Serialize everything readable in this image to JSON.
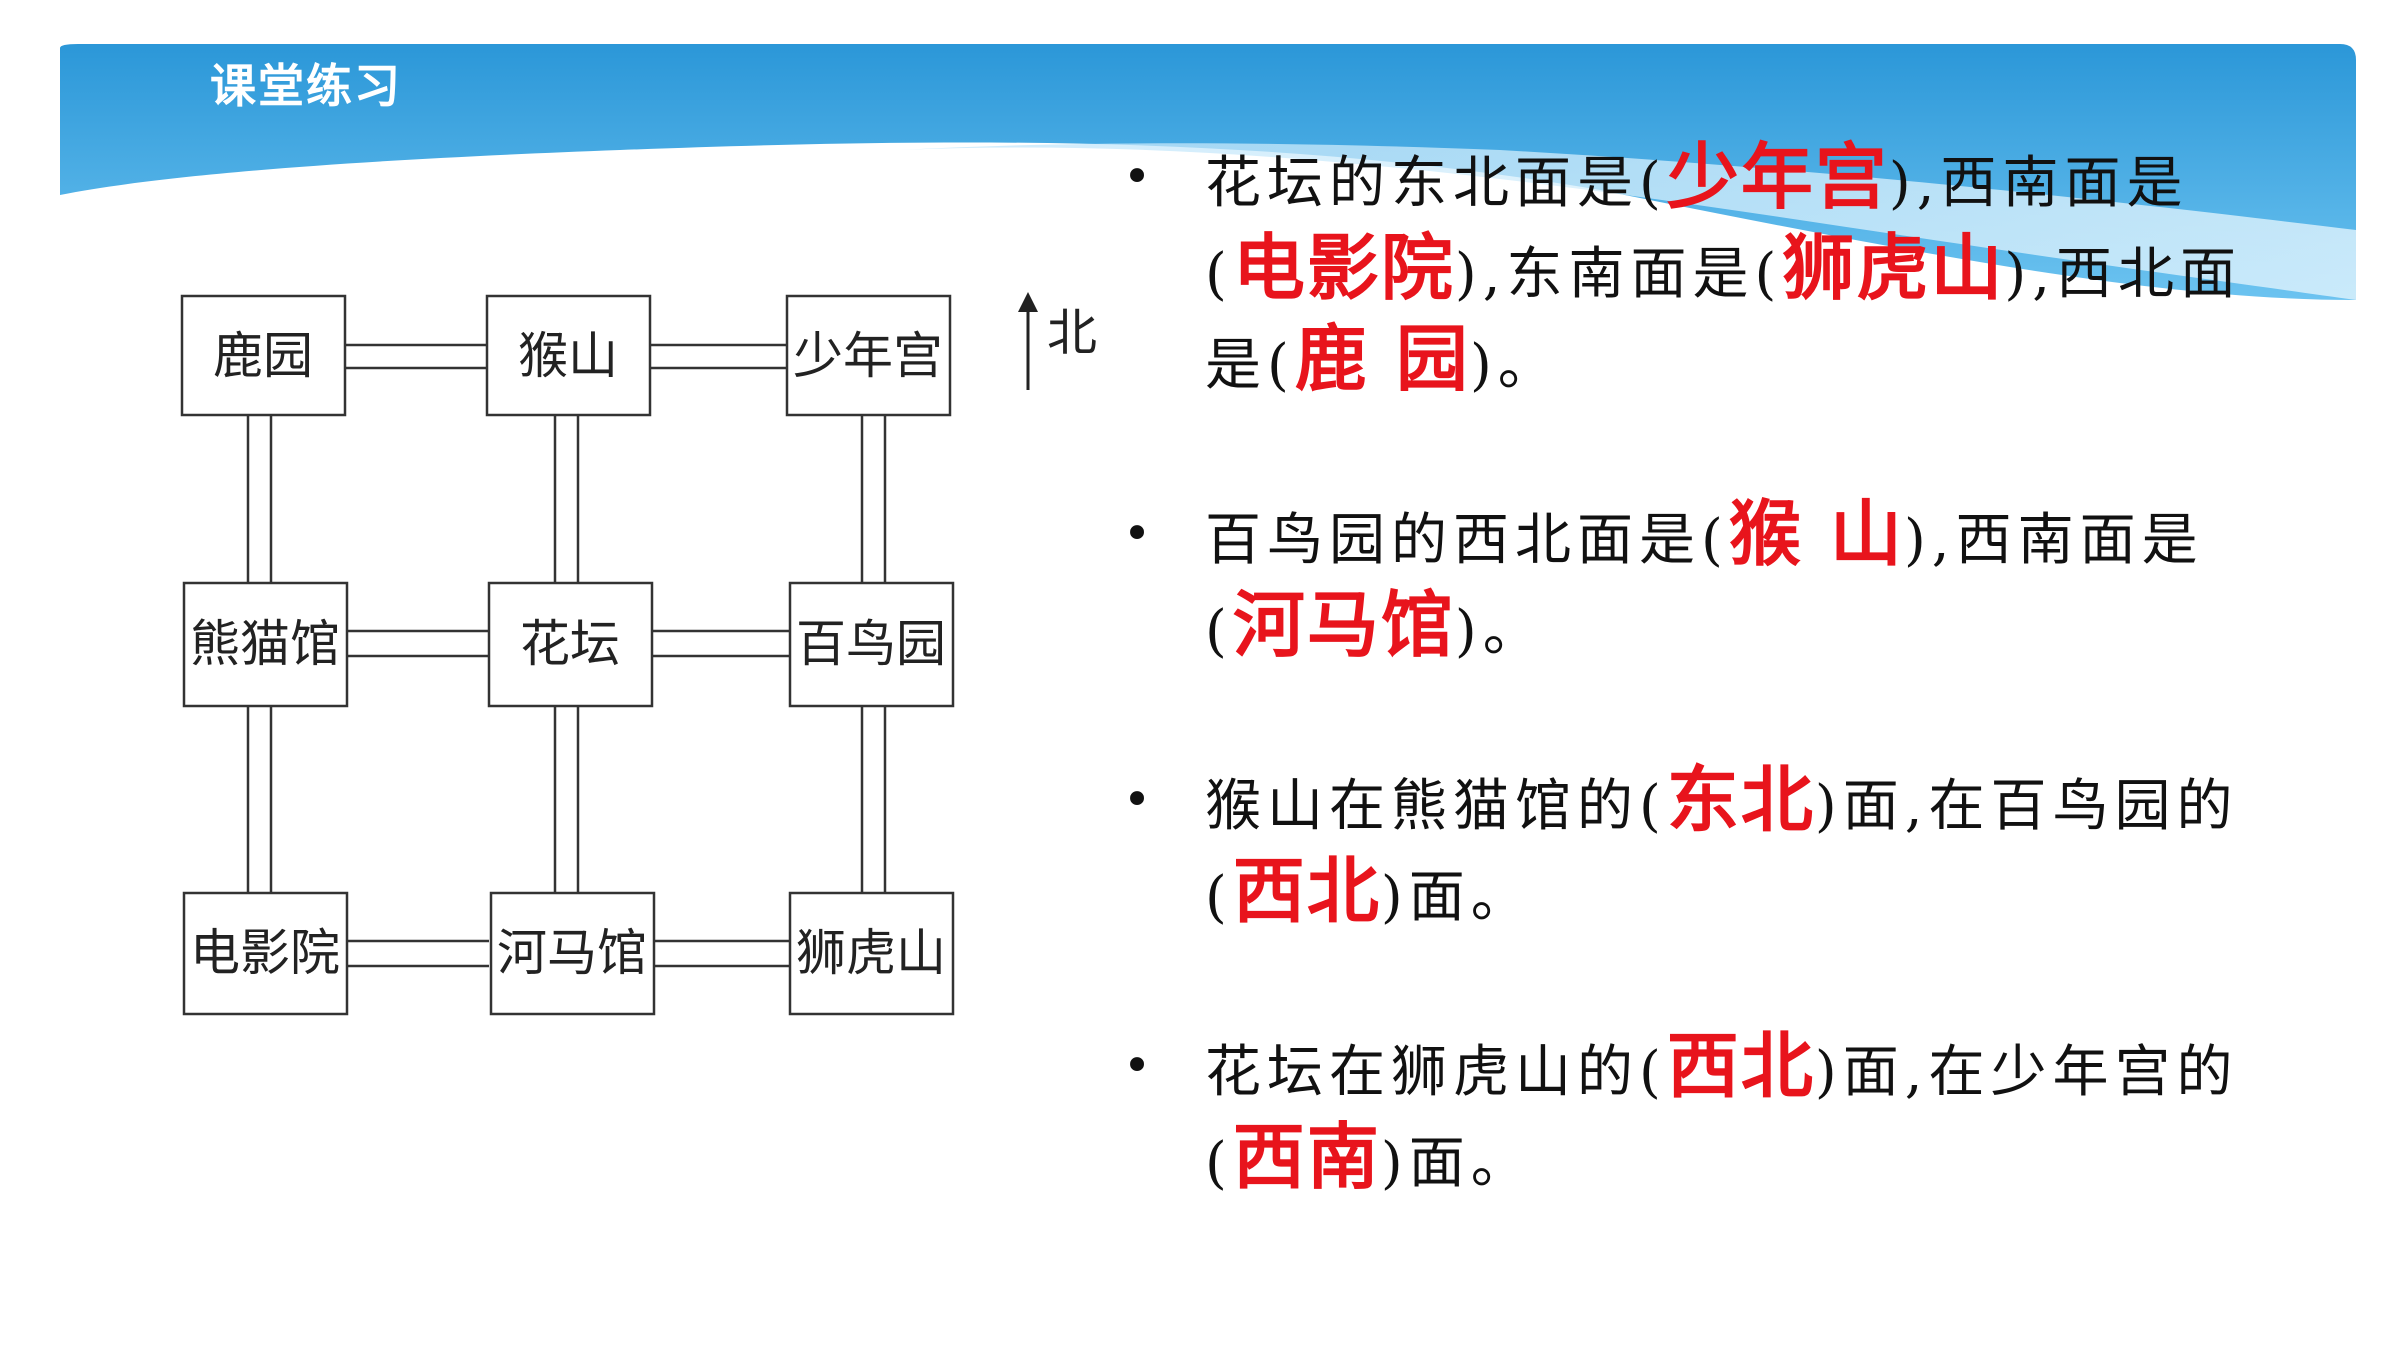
{
  "header": {
    "title": "课堂练习"
  },
  "map": {
    "north_label": "北",
    "nodes": {
      "lu_yuan": "鹿园",
      "hou_shan": "猴山",
      "shao_nian_gong": "少年宫",
      "xiong_mao_guan": "熊猫馆",
      "hua_tan": "花坛",
      "bai_niao_yuan": "百鸟园",
      "dian_ying_yuan": "电影院",
      "he_ma_guan": "河马馆",
      "shi_hu_shan": "狮虎山"
    }
  },
  "questions": [
    {
      "bullet": "•",
      "t1": "花坛的东北面是(",
      "a1": "少年宫",
      "t2": "),西南面是(",
      "a2": "电影院",
      "t3": "),东南面是(",
      "a3": "狮虎山",
      "t4": "),西北面是(",
      "a4": "鹿 园",
      "t5": ")。"
    },
    {
      "bullet": "•",
      "t1": "百鸟园的西北面是(",
      "a1": "猴 山",
      "t2": "),西南面是(",
      "a2": "河马馆",
      "t3": ")。"
    },
    {
      "bullet": "•",
      "t1": "猴山在熊猫馆的(",
      "a1": "东北",
      "t2": ")面,在百鸟园的(",
      "a2": "西北",
      "t3": ")面。"
    },
    {
      "bullet": "•",
      "t1": "花坛在狮虎山的(",
      "a1": "西北",
      "t2": ")面,在少年宫的(",
      "a2": "西南",
      "t3": ")面。"
    }
  ]
}
